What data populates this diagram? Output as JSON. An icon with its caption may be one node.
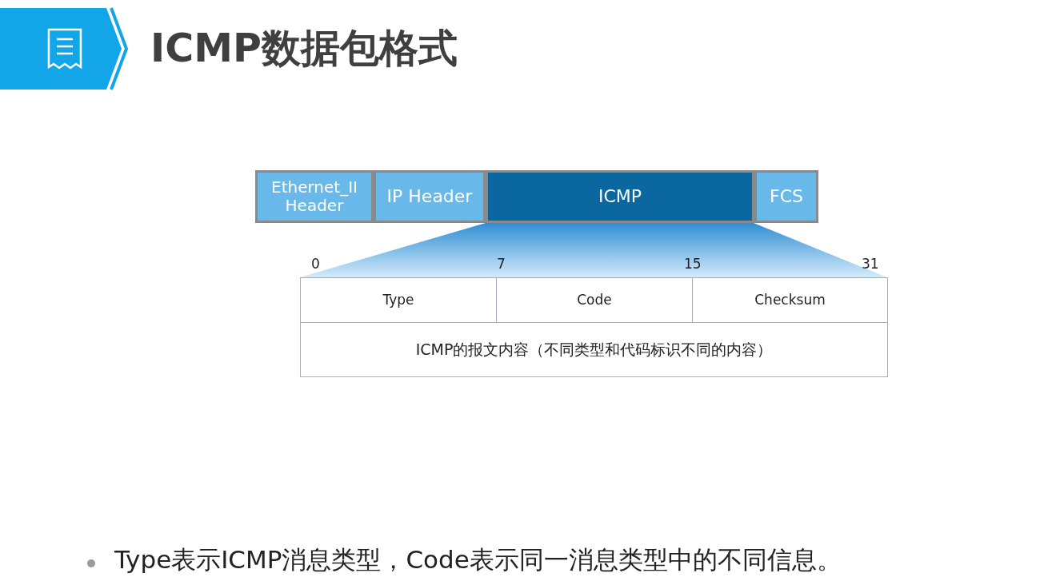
{
  "diagram": {
    "title": "ICMP数据包格式",
    "nodes": [
      {
        "text": [
          "Ethernet_II Header"
        ]
      },
      {
        "text": [
          "IP Header"
        ]
      },
      {
        "text": [
          "ICMP"
        ]
      },
      {
        "text": [
          "FCS"
        ]
      },
      {
        "text": [
          "Type"
        ]
      },
      {
        "text": [
          "Code"
        ]
      },
      {
        "text": [
          "Checksum"
        ]
      },
      {
        "text": [
          "ICMP的报文内容（不同类型和代码标识不同的内容）"
        ]
      }
    ],
    "labels": [
      "0",
      "7",
      "15",
      "31",
      "Type表示ICMP消息类型，Code表示同一消息类型中的不同信息。"
    ]
  }
}
